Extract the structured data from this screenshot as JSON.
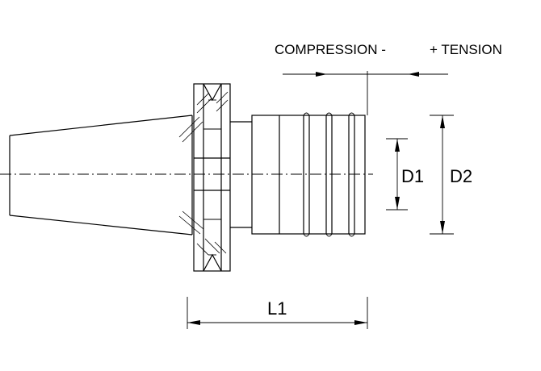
{
  "labels": {
    "compression": "COMPRESSION -",
    "tension": "+  TENSION",
    "d1": "D1",
    "d2": "D2",
    "l1": "L1"
  },
  "colors": {
    "line": "#000000",
    "background": "#ffffff"
  }
}
